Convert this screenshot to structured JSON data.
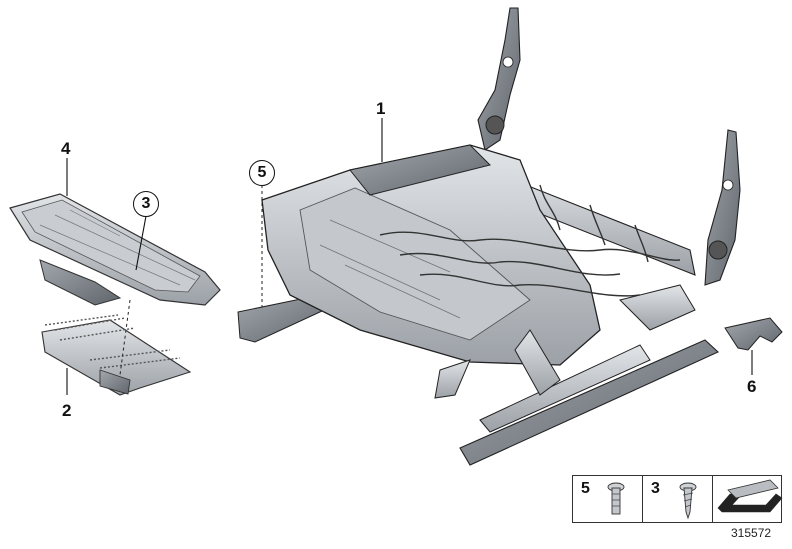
{
  "callouts": {
    "part1": "1",
    "part2": "2",
    "part3": "3",
    "part4": "4",
    "part5": "5",
    "part6": "6"
  },
  "legend": {
    "cell1_number": "5",
    "cell2_number": "3"
  },
  "diagram_id": "315572",
  "colors": {
    "line": "#222222",
    "metal": "#b9bdc2",
    "metal_dark": "#7f848a",
    "metal_light": "#dde0e3"
  }
}
